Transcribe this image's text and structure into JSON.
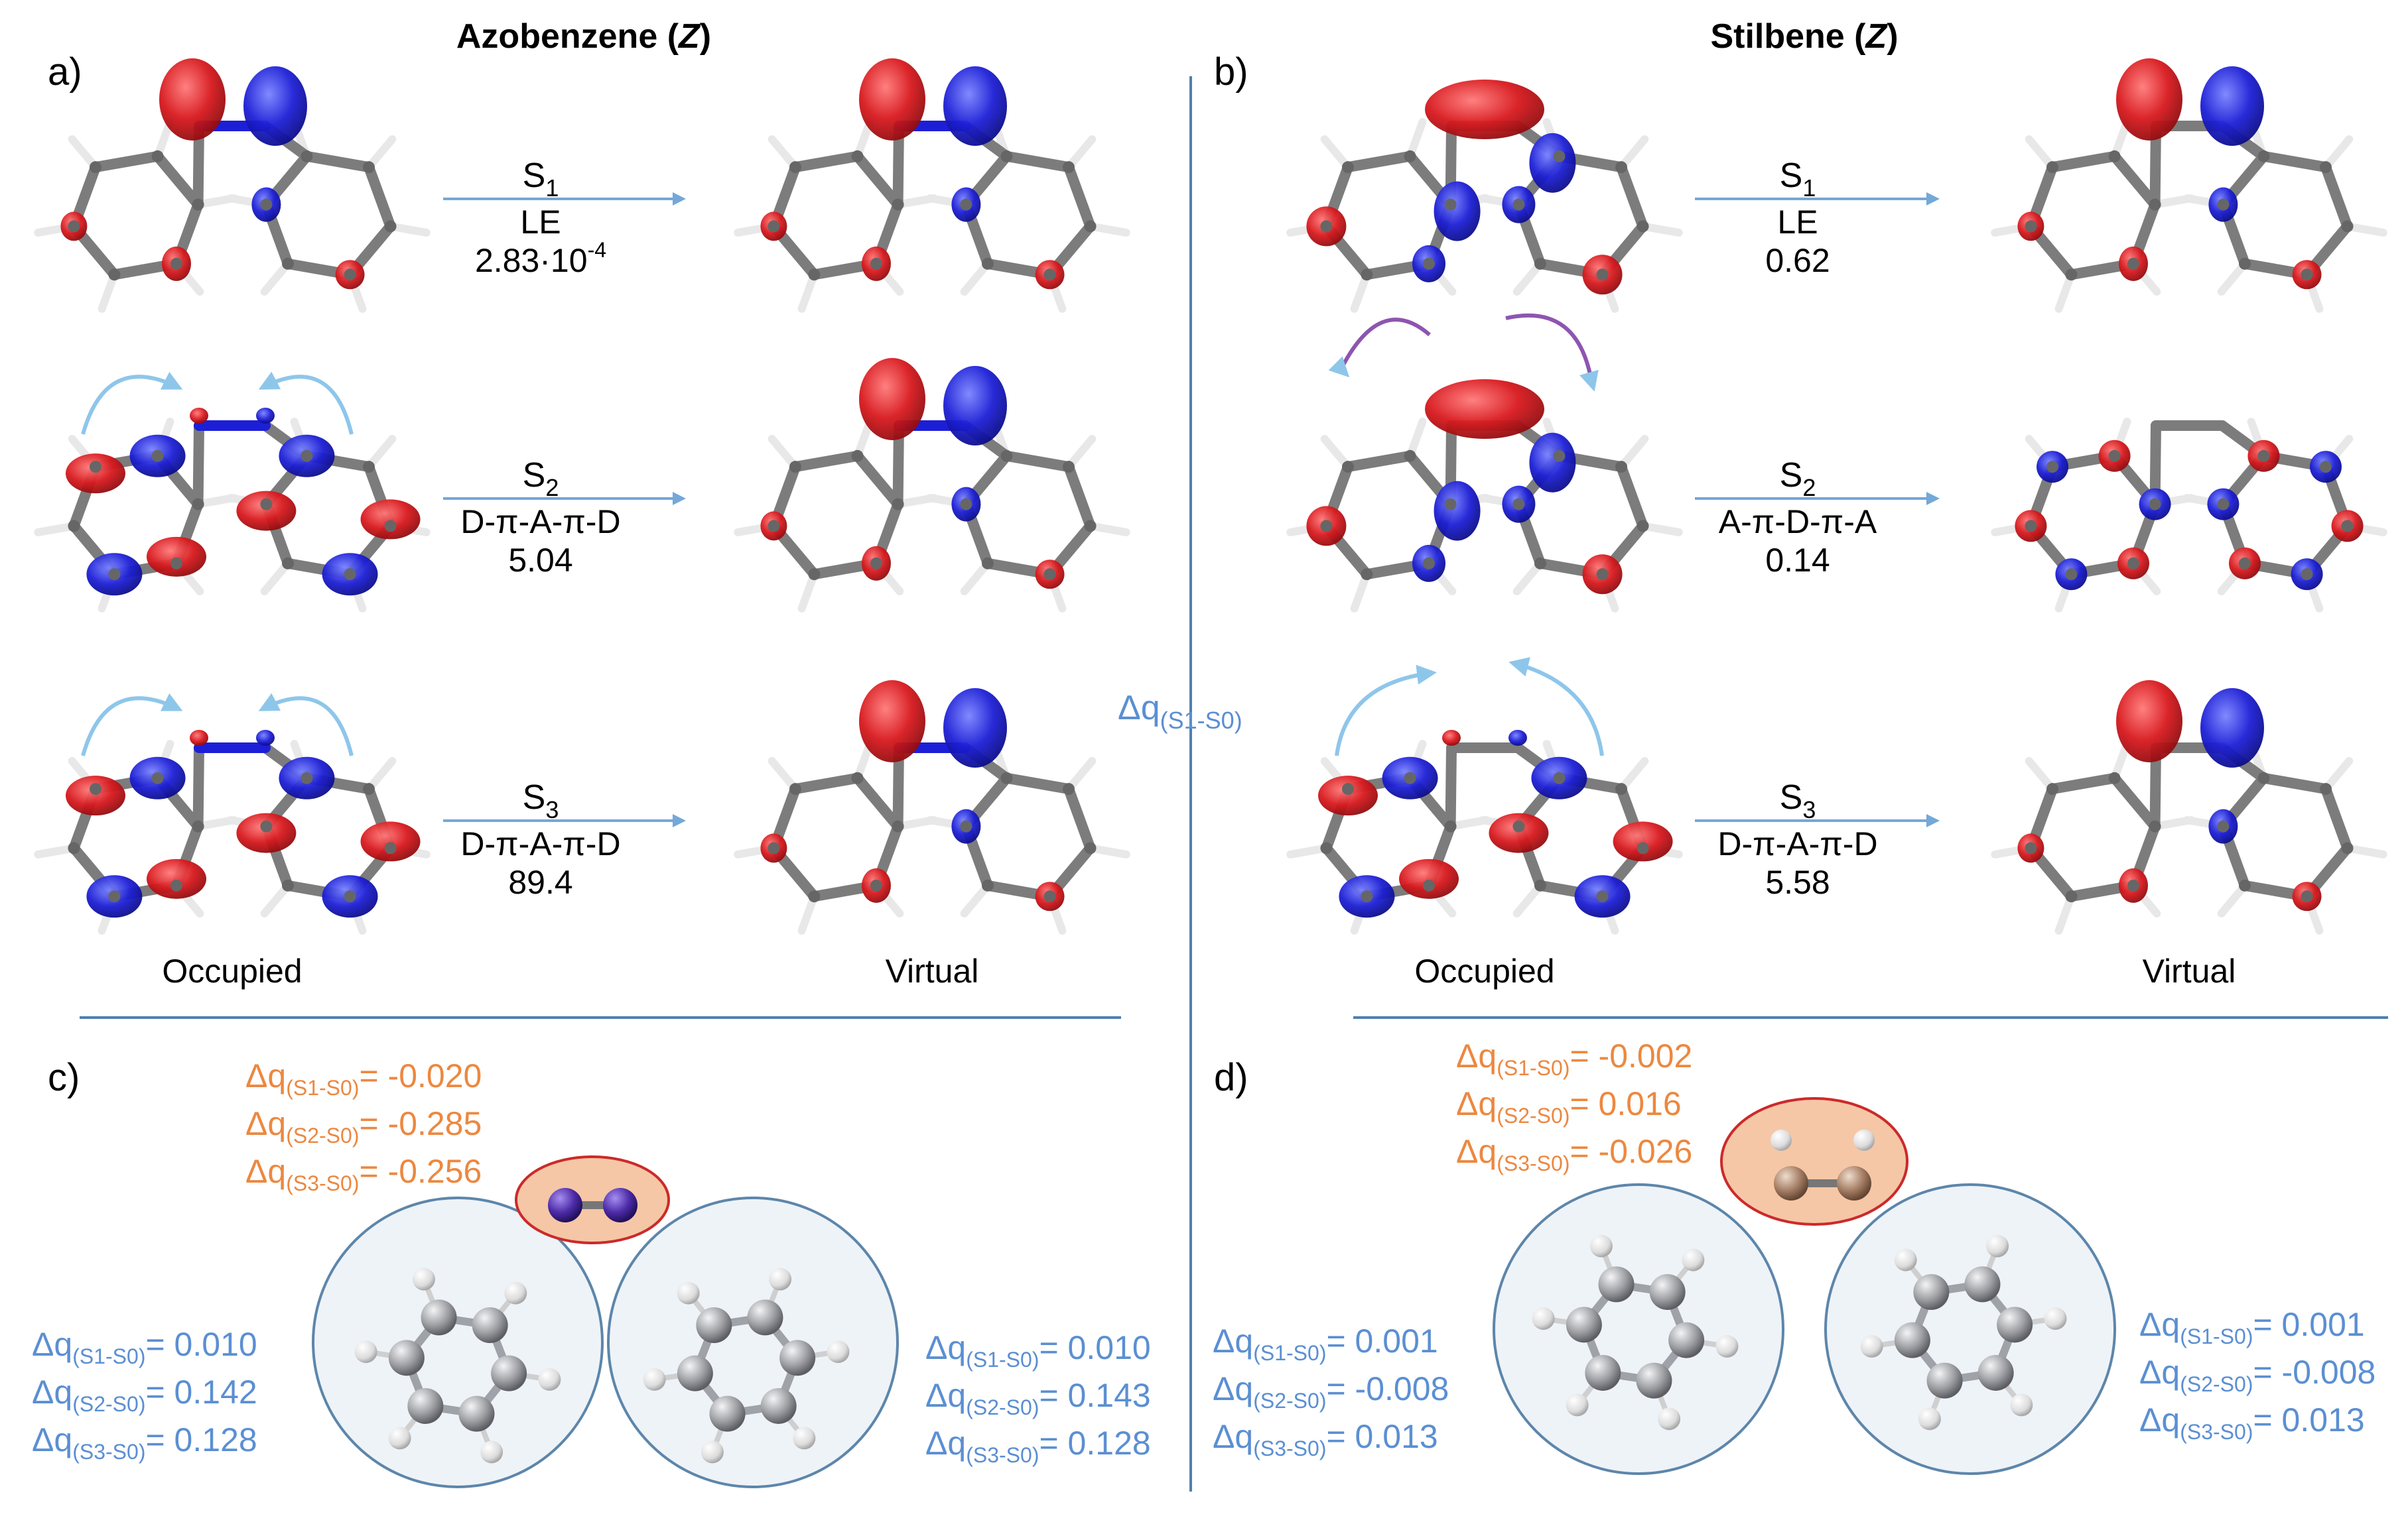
{
  "titles": {
    "left": {
      "main": "Azobenzene",
      "isomer": "Z"
    },
    "right": {
      "main": "Stilbene",
      "isomer": "Z"
    }
  },
  "panel_letters": {
    "a": "a)",
    "b": "b)",
    "c": "c)",
    "d": "d)"
  },
  "column_labels": {
    "occupied": "Occupied",
    "virtual": "Virtual"
  },
  "transitions": {
    "azobenzene": [
      {
        "state": "S",
        "index": "1",
        "type": "LE",
        "value": "2.83·10",
        "exponent": "-4"
      },
      {
        "state": "S",
        "index": "2",
        "type": "D-π-A-π-D",
        "value": "5.04",
        "exponent": ""
      },
      {
        "state": "S",
        "index": "3",
        "type": "D-π-A-π-D",
        "value": "89.4",
        "exponent": ""
      }
    ],
    "stilbene": [
      {
        "state": "S",
        "index": "1",
        "type": "LE",
        "value": "0.62",
        "exponent": ""
      },
      {
        "state": "S",
        "index": "2",
        "type": "A-π-D-π-A",
        "value": "0.14",
        "exponent": ""
      },
      {
        "state": "S",
        "index": "3",
        "type": "D-π-A-π-D",
        "value": "5.58",
        "exponent": ""
      }
    ]
  },
  "center_label": {
    "base": "Δq",
    "sub": "(S1-S0)"
  },
  "charges": {
    "azobenzene": {
      "bridge": [
        {
          "base": "Δq",
          "sub": "(S1-S0)",
          "value": "= -0.020"
        },
        {
          "base": "Δq",
          "sub": "(S2-S0)",
          "value": "= -0.285"
        },
        {
          "base": "Δq",
          "sub": "(S3-S0)",
          "value": "= -0.256"
        }
      ],
      "left_ring": [
        {
          "base": "Δq",
          "sub": "(S1-S0)",
          "value": "= 0.010"
        },
        {
          "base": "Δq",
          "sub": "(S2-S0)",
          "value": "= 0.142"
        },
        {
          "base": "Δq",
          "sub": "(S3-S0)",
          "value": "= 0.128"
        }
      ],
      "right_ring": [
        {
          "base": "Δq",
          "sub": "(S1-S0)",
          "value": "= 0.010"
        },
        {
          "base": "Δq",
          "sub": "(S2-S0)",
          "value": "= 0.143"
        },
        {
          "base": "Δq",
          "sub": "(S3-S0)",
          "value": "= 0.128"
        }
      ]
    },
    "stilbene": {
      "bridge": [
        {
          "base": "Δq",
          "sub": "(S1-S0)",
          "value": "= -0.002"
        },
        {
          "base": "Δq",
          "sub": "(S2-S0)",
          "value": "= 0.016"
        },
        {
          "base": "Δq",
          "sub": "(S3-S0)",
          "value": "= -0.026"
        }
      ],
      "left_ring": [
        {
          "base": "Δq",
          "sub": "(S1-S0)",
          "value": "= 0.001"
        },
        {
          "base": "Δq",
          "sub": "(S2-S0)",
          "value": "= -0.008"
        },
        {
          "base": "Δq",
          "sub": "(S3-S0)",
          "value": "= 0.013"
        }
      ],
      "right_ring": [
        {
          "base": "Δq",
          "sub": "(S1-S0)",
          "value": "= 0.001"
        },
        {
          "base": "Δq",
          "sub": "(S2-S0)",
          "value": "= -0.008"
        },
        {
          "base": "Δq",
          "sub": "(S3-S0)",
          "value": "= 0.013"
        }
      ]
    }
  },
  "colors": {
    "positive_lobe": "#d8191e",
    "negative_lobe": "#1d1fd6",
    "arrow": "#74a8d8",
    "curved_arrow": "#8ec6ea",
    "purple_arc": "#8e55b0",
    "divider": "#4f80b0",
    "charge_blue": "#5b8fd2",
    "charge_orange": "#ec8840",
    "bridge_fill": "#f5c7a6",
    "bridge_stroke": "#cc2a2a",
    "ring_fill": "#eef3f8",
    "ring_stroke": "#5d86aa",
    "bond_gray": "#7c7c7c",
    "hydrogen": "#f1f1f1",
    "carbon_ball": "#9d9fa3",
    "nitrogen_ball": "#4d2ba8",
    "bridge_carbon_ball": "#a57e64"
  }
}
